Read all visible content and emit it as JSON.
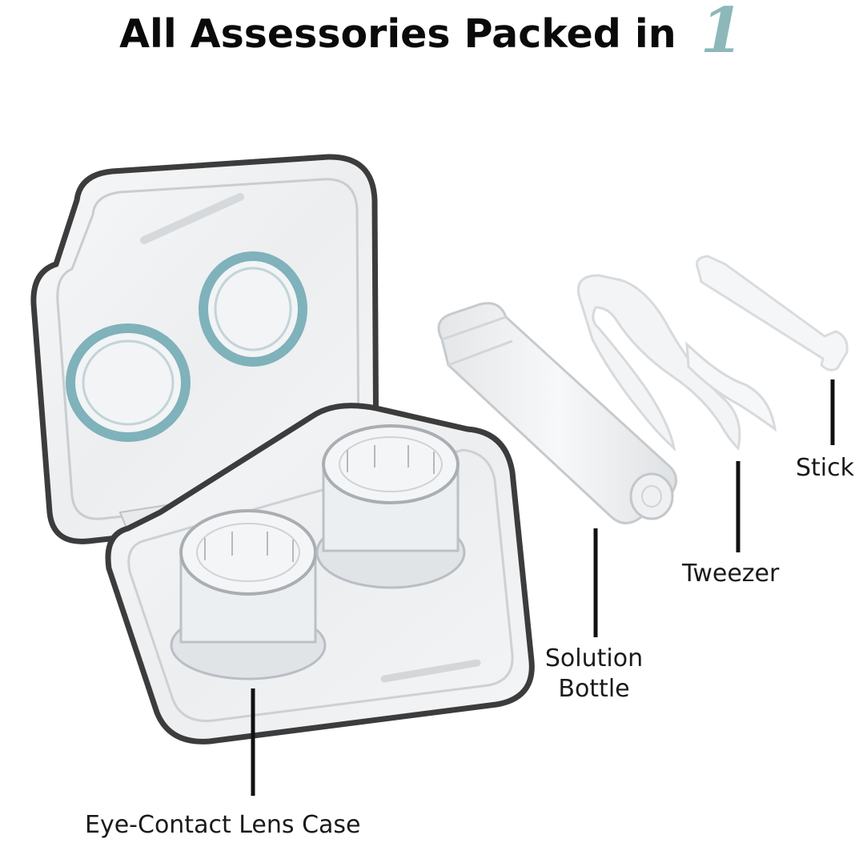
{
  "title": {
    "text": "All Assessories Packed in",
    "number": "1"
  },
  "labels": {
    "lens_case": "Eye-Contact Lens Case",
    "solution_bottle_line1": "Solution",
    "solution_bottle_line2": "Bottle",
    "tweezer": "Tweezer",
    "stick": "Stick"
  },
  "colors": {
    "title_number": "#8db8b9",
    "lens_ring": "#7fb2bb",
    "case_outline": "#3c3c3c"
  }
}
